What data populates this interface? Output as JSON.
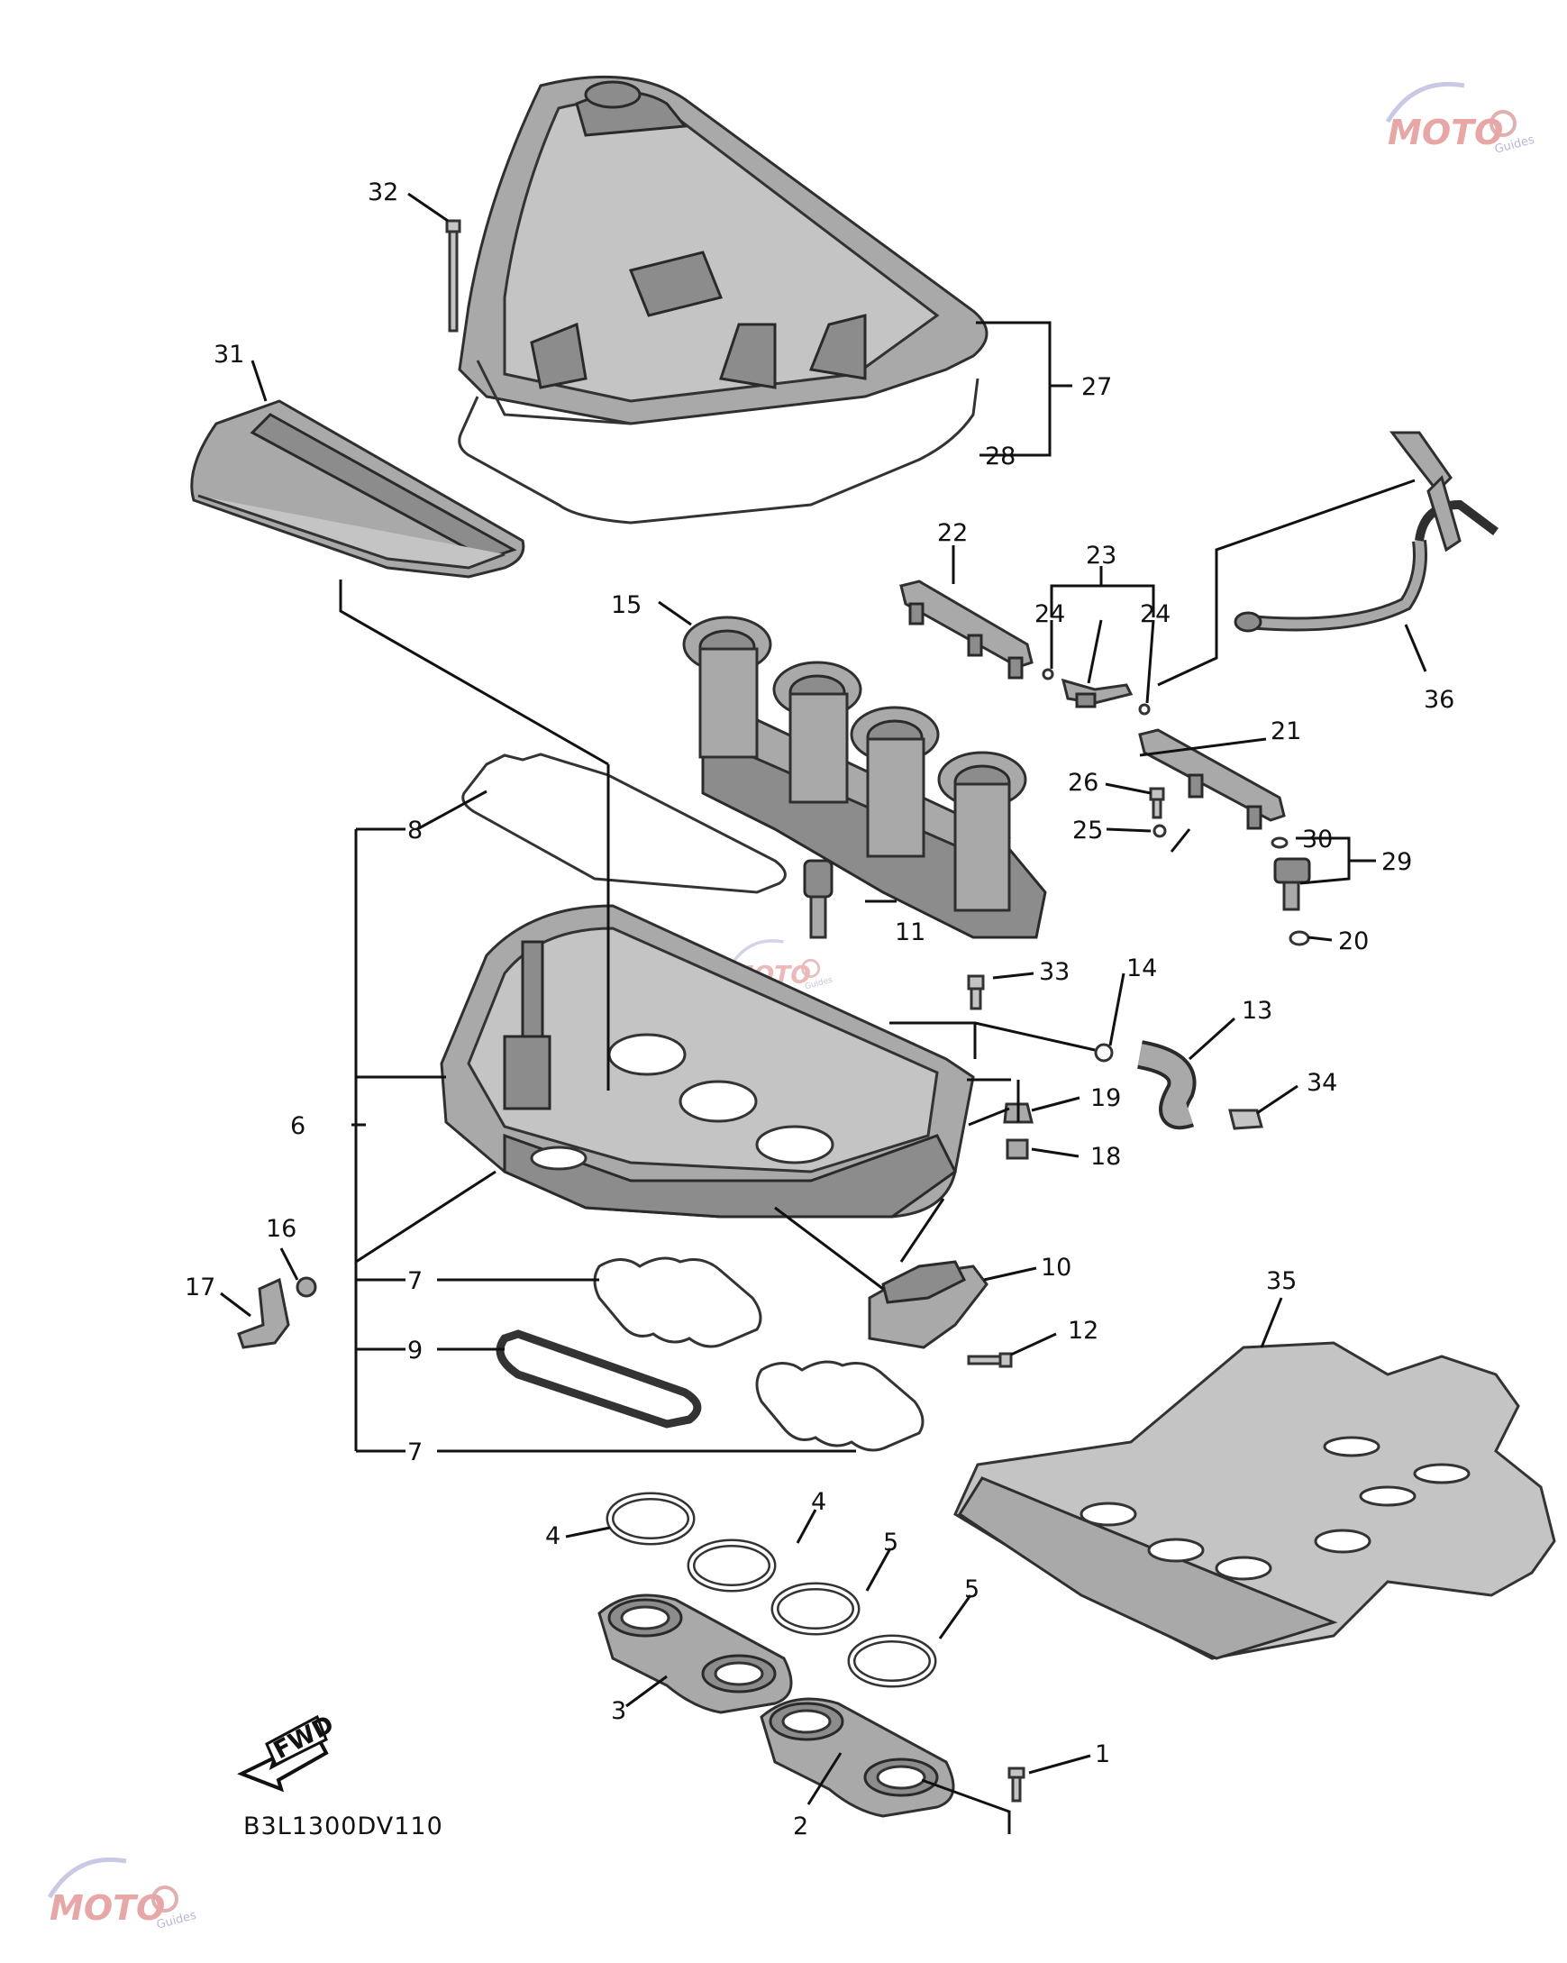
{
  "diagram_code": "B3L1300DV110",
  "direction_label": "FWD",
  "watermark": {
    "text": "MOTO",
    "subtext": "Guides"
  },
  "callouts": [
    {
      "id": "1",
      "label": "1"
    },
    {
      "id": "2",
      "label": "2"
    },
    {
      "id": "3",
      "label": "3"
    },
    {
      "id": "4a",
      "label": "4"
    },
    {
      "id": "4b",
      "label": "4"
    },
    {
      "id": "5a",
      "label": "5"
    },
    {
      "id": "5b",
      "label": "5"
    },
    {
      "id": "6",
      "label": "6"
    },
    {
      "id": "7a",
      "label": "7"
    },
    {
      "id": "7b",
      "label": "7"
    },
    {
      "id": "8",
      "label": "8"
    },
    {
      "id": "9",
      "label": "9"
    },
    {
      "id": "10",
      "label": "10"
    },
    {
      "id": "11",
      "label": "11"
    },
    {
      "id": "12",
      "label": "12"
    },
    {
      "id": "13",
      "label": "13"
    },
    {
      "id": "14",
      "label": "14"
    },
    {
      "id": "15",
      "label": "15"
    },
    {
      "id": "16",
      "label": "16"
    },
    {
      "id": "17",
      "label": "17"
    },
    {
      "id": "18",
      "label": "18"
    },
    {
      "id": "19",
      "label": "19"
    },
    {
      "id": "20",
      "label": "20"
    },
    {
      "id": "21",
      "label": "21"
    },
    {
      "id": "22",
      "label": "22"
    },
    {
      "id": "23",
      "label": "23"
    },
    {
      "id": "24a",
      "label": "24"
    },
    {
      "id": "24b",
      "label": "24"
    },
    {
      "id": "25",
      "label": "25"
    },
    {
      "id": "26",
      "label": "26"
    },
    {
      "id": "27",
      "label": "27"
    },
    {
      "id": "28",
      "label": "28"
    },
    {
      "id": "29",
      "label": "29"
    },
    {
      "id": "30",
      "label": "30"
    },
    {
      "id": "31",
      "label": "31"
    },
    {
      "id": "32",
      "label": "32"
    },
    {
      "id": "33",
      "label": "33"
    },
    {
      "id": "34",
      "label": "34"
    },
    {
      "id": "35",
      "label": "35"
    },
    {
      "id": "36",
      "label": "36"
    }
  ]
}
